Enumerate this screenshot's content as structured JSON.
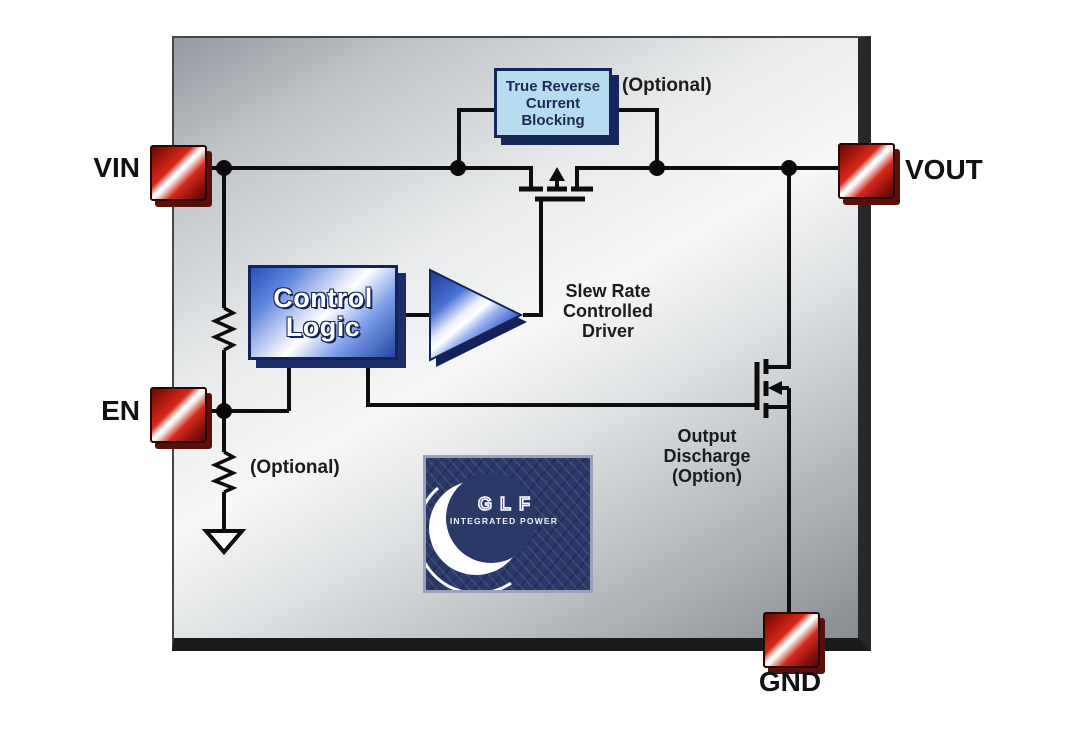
{
  "pins": {
    "vin": {
      "label": "VIN"
    },
    "en": {
      "label": "EN"
    },
    "vout": {
      "label": "VOUT"
    },
    "gnd": {
      "label": "GND"
    }
  },
  "blocks": {
    "reverse_blocking": {
      "line1": "True Reverse",
      "line2": "Current",
      "line3": "Blocking",
      "note": "(Optional)"
    },
    "control_logic": {
      "line1": "Control",
      "line2": "Logic"
    },
    "driver": {
      "line1": "Slew Rate",
      "line2": "Controlled",
      "line3": "Driver"
    },
    "output_discharge": {
      "line1": "Output",
      "line2": "Discharge",
      "line3": "(Option)"
    },
    "en_pulldown": {
      "note": "(Optional)"
    }
  },
  "logo": {
    "name": "GLF",
    "tagline": "INTEGRATED POWER"
  },
  "colors": {
    "pin_red": "#c5281c",
    "block_navy": "#15265a",
    "light_blue_block": "#b6ddef",
    "control_blue": "#3a62cc",
    "logo_navy": "#2b3968",
    "chip_gray": "#c4c8cb",
    "wire_black": "#0d0d0d"
  }
}
